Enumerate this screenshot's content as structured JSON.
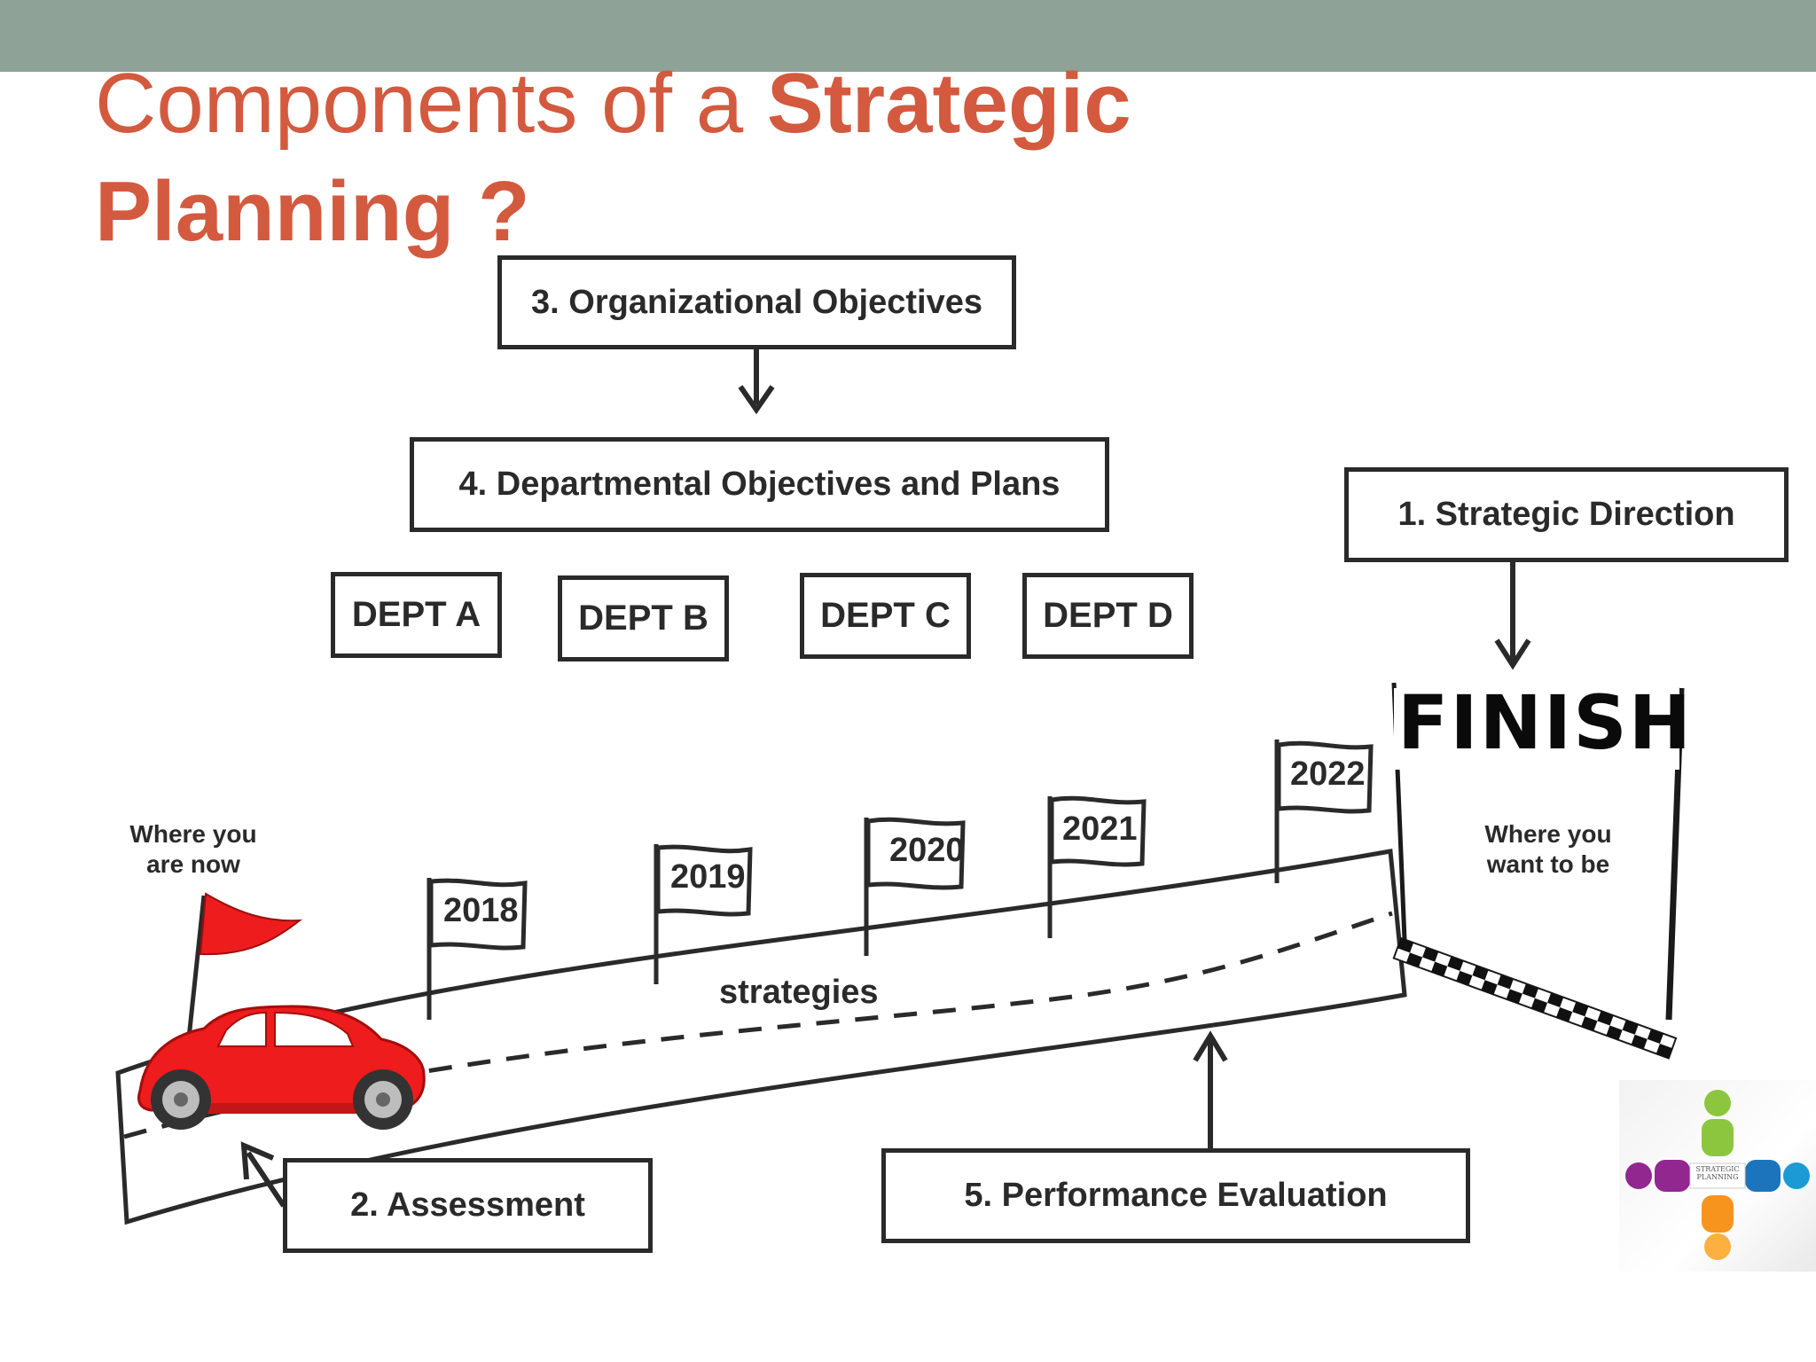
{
  "slide": {
    "title_regular": "Components of a ",
    "title_bold_1": "Strategic",
    "title_bold_2": "Planning ?"
  },
  "boxes": {
    "strategic_direction": "1. Strategic Direction",
    "assessment": "2. Assessment",
    "organizational_objectives": "3. Organizational Objectives",
    "departmental_objectives": "4. Departmental Objectives and Plans",
    "performance_evaluation": "5. Performance Evaluation"
  },
  "departments": [
    "DEPT A",
    "DEPT B",
    "DEPT C",
    "DEPT D"
  ],
  "flags": [
    "2018",
    "2019",
    "2020",
    "2021",
    "2022"
  ],
  "road": {
    "label": "strategies",
    "start_note_line1": "Where you",
    "start_note_line2": "are now",
    "end_note_line1": "Where you",
    "end_note_line2": "want to be",
    "finish_banner": "FINISH"
  },
  "logo": {
    "text_line1": "STRATEGIC",
    "text_line2": "PLANNING"
  },
  "colors": {
    "title": "#d35a3f",
    "topbar": "#8fa298",
    "car": "#ee1c1c",
    "outline": "#2a2a2a"
  },
  "icons": [
    "car-icon",
    "red-flag-icon",
    "year-flag-icon",
    "finish-line-icon",
    "strategic-planning-logo-icon"
  ]
}
